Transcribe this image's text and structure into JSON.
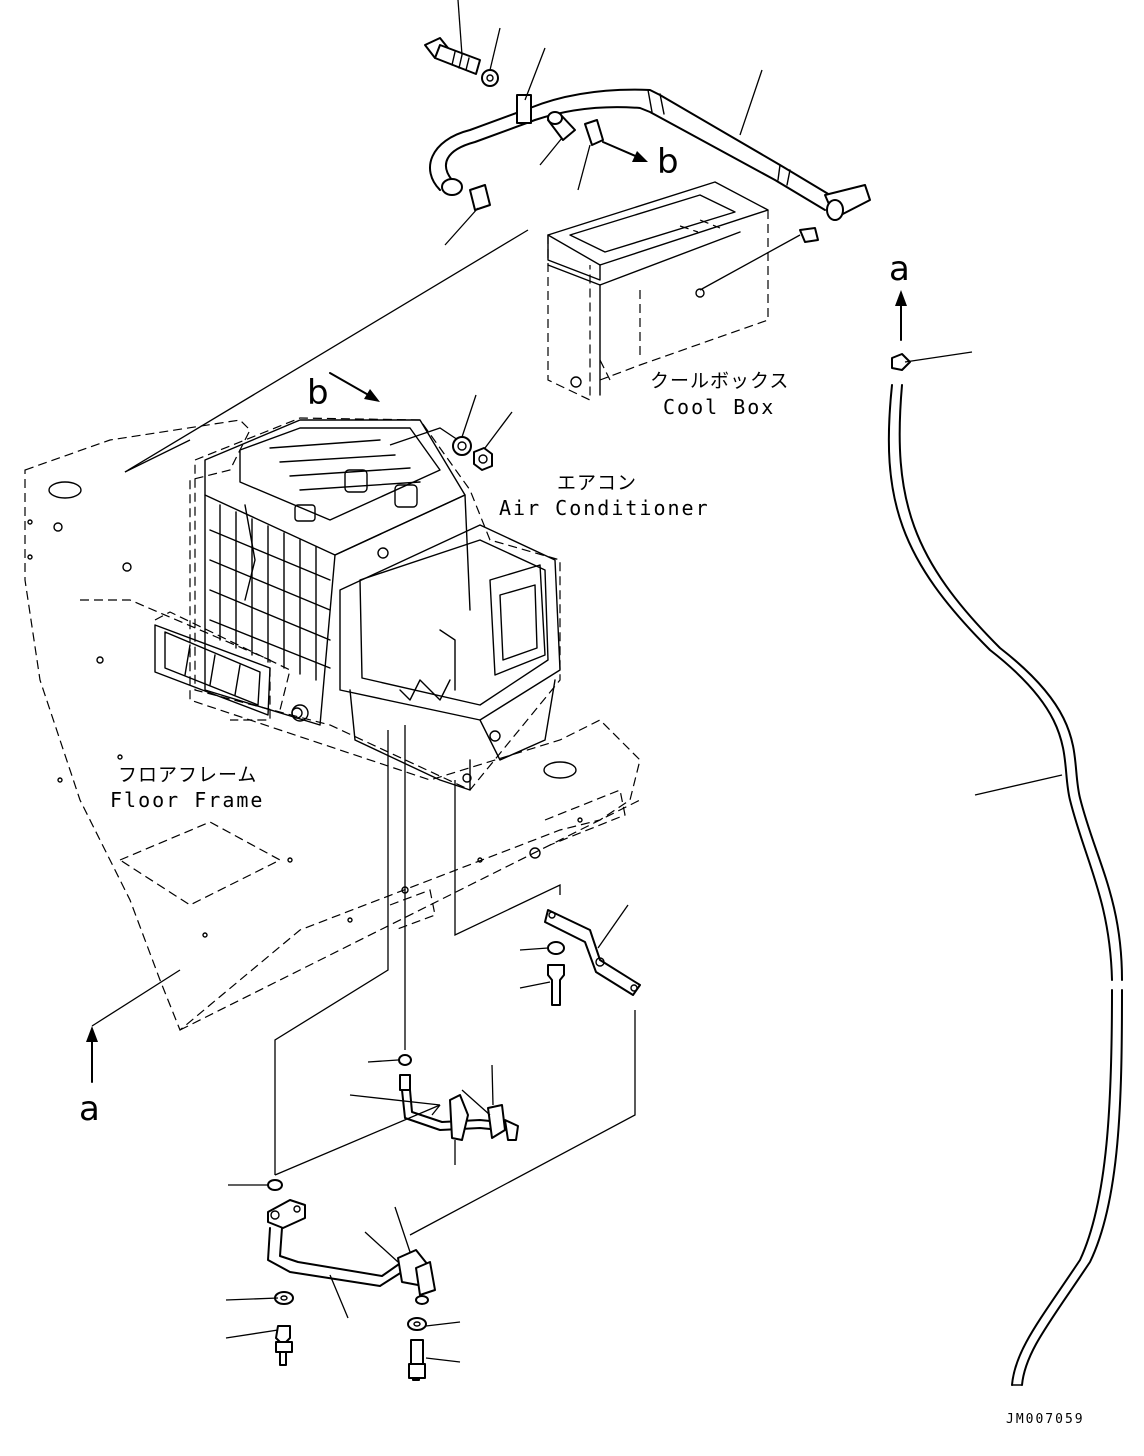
{
  "labels": {
    "cool_box_jp": "クールボックス",
    "cool_box_en": "Cool Box",
    "air_conditioner_jp": "エアコン",
    "air_conditioner_en": "Air Conditioner",
    "floor_frame_jp": "フロアフレーム",
    "floor_frame_en": "Floor Frame"
  },
  "view_markers": {
    "b_upper": "b",
    "b_middle": "b",
    "a_right": "a",
    "a_left": "a"
  },
  "drawing_id": "JM007059"
}
